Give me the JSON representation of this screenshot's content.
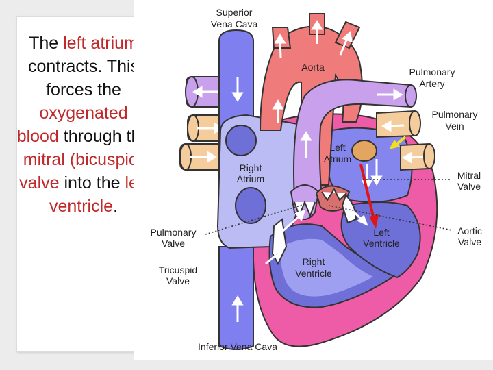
{
  "caption": {
    "t1": "The ",
    "left_atrium": "left atrium",
    "t2": " contracts. This forces the ",
    "oxygenated_blood": "oxygenated blood",
    "t3": " through the ",
    "mitral_bicuspid": "mitral (bicuspid) valve",
    "t4": " into the ",
    "left_ventricle": "left ventricle",
    "t5": "."
  },
  "labels": {
    "superior_1": "Superior",
    "superior_2": "Vena Cava",
    "aorta": "Aorta",
    "pulm_artery_1": "Pulmonary",
    "pulm_artery_2": "Artery",
    "pulm_vein_1": "Pulmonary",
    "pulm_vein_2": "Vein",
    "left_atrium_1": "Left",
    "left_atrium_2": "Atrium",
    "right_atrium_1": "Right",
    "right_atrium_2": "Atrium",
    "mitral_1": "Mitral",
    "mitral_2": "Valve",
    "pulm_valve_1": "Pulmonary",
    "pulm_valve_2": "Valve",
    "left_ventricle_1": "Left",
    "left_ventricle_2": "Ventricle",
    "aortic_1": "Aortic",
    "aortic_2": "Valve",
    "right_ventricle_1": "Right",
    "right_ventricle_2": "Ventricle",
    "tricuspid_1": "Tricuspid",
    "tricuspid_2": "Valve",
    "inferior": "Inferior Vena Cava"
  },
  "colors": {
    "highlight": "#c0282a",
    "deoxygenated": "#7f7ff0",
    "oxygenated": "#ef7b7b",
    "pulmonary_artery": "#c9a0ec",
    "pulmonary_vein": "#f5cc9c",
    "heart_wall": "#ee5ca7",
    "flow_arrow": "#e01515",
    "pointer_arrow": "#f0e020"
  }
}
